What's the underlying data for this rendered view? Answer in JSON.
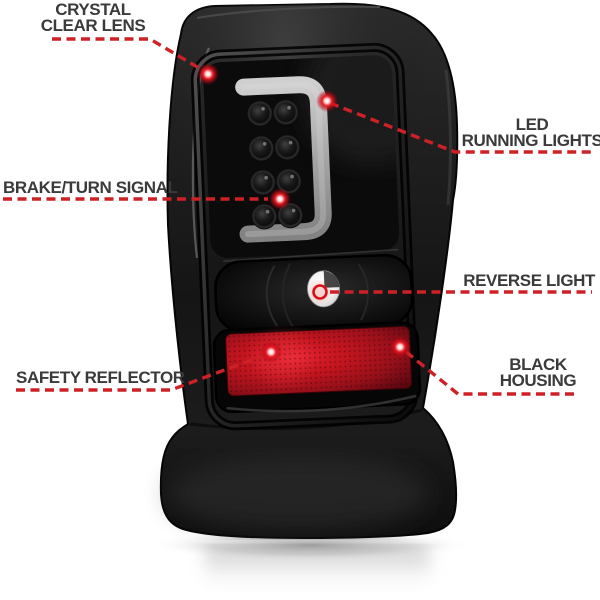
{
  "image": {
    "kind": "annotated product callout diagram",
    "subject": "LED tail light with black housing, viewed at three-quarter angle on white background"
  },
  "colors": {
    "background": "#ffffff",
    "label_text": "#3a3a3a",
    "leader_line_red": "#ce2127",
    "marker_core": "#ffffff",
    "marker_glow_red": "#e81a24",
    "housing_black": "#171717",
    "light_bar_gray": "#aaaaaa",
    "reflector_red": "#c4151f",
    "reverse_bulb_white": "#f4f4f4"
  },
  "callouts": [
    {
      "id": "crystal-clear-lens",
      "lines": [
        "CRYSTAL",
        "CLEAR LENS"
      ]
    },
    {
      "id": "led-running-lights",
      "lines": [
        "LED",
        "RUNNING LIGHTS"
      ]
    },
    {
      "id": "brake-turn-signal",
      "lines": [
        "BRAKE/TURN SIGNAL"
      ]
    },
    {
      "id": "reverse-light",
      "lines": [
        "REVERSE LIGHT"
      ]
    },
    {
      "id": "safety-reflector",
      "lines": [
        "SAFETY REFLECTOR"
      ]
    },
    {
      "id": "black-housing",
      "lines": [
        "BLACK",
        "HOUSING"
      ]
    }
  ],
  "product_features": [
    "crystal clear lens",
    "led running lights",
    "brake/turn signal",
    "reverse light",
    "safety reflector",
    "black housing"
  ]
}
